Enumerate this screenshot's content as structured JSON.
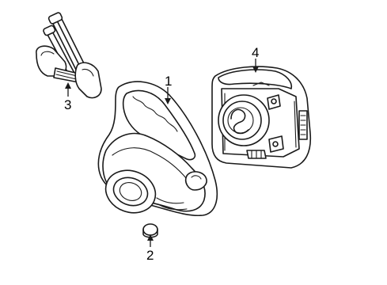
{
  "callouts": {
    "c1": "1",
    "c2": "2",
    "c3": "3",
    "c4": "4"
  },
  "parts": {
    "p1": "steering-wheel",
    "p2": "horn-button",
    "p3": "switch-assembly",
    "p4": "airbag-module"
  },
  "colors": {
    "line": "#1a1a1a",
    "background": "#ffffff"
  }
}
